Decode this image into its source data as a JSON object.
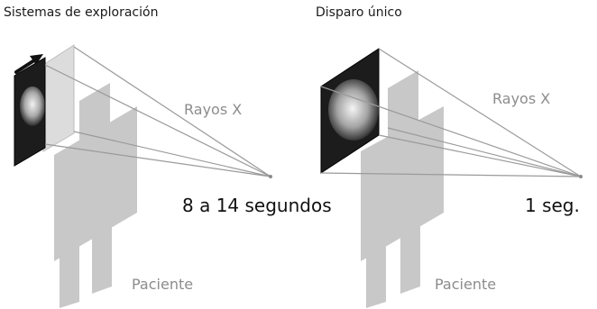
{
  "left_panel": {
    "title": "Sistemas de exploración",
    "xray_label": "Rayos X",
    "patient_label": "Paciente",
    "time_label": "8 a 14 segundos"
  },
  "right_panel": {
    "title": "Disparo único",
    "xray_label": "Rayos X",
    "patient_label": "Paciente",
    "time_label": "1 seg."
  },
  "colors": {
    "silhouette": "#c8c8c8",
    "beam_line": "#9a9a9a",
    "detector_plate": "#d6d6d6",
    "image_dark": "#1c1c1c",
    "scan_arrow": "#111111"
  },
  "icons": {
    "scan_arrow": "arrow-right-icon"
  }
}
